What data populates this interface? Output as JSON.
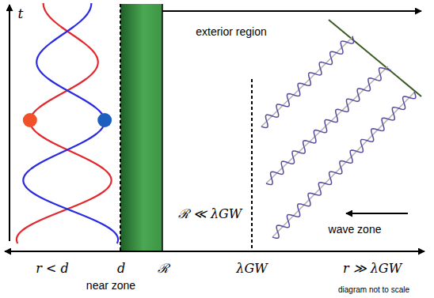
{
  "diagram": {
    "labels": [
      "t",
      "exterior region",
      "ℛ ≪ λGW",
      "wave zone",
      "r < d",
      "d",
      "ℛ",
      "λGW",
      "r ≫ λGW",
      "near zone",
      "diagram not to scale"
    ]
  }
}
